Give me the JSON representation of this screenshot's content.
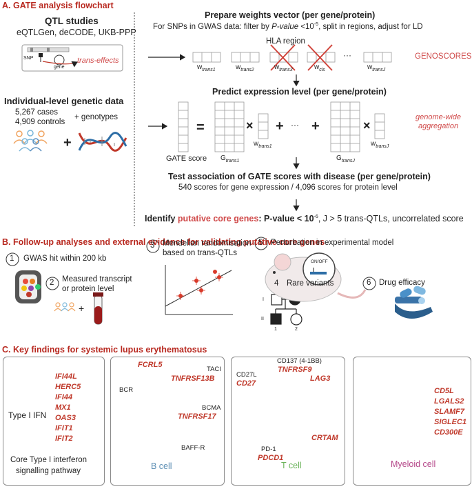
{
  "colors": {
    "section": "#b8281f",
    "accent": "#c0392b",
    "pink": "#d04a4a",
    "bcell": "#9fd4dc",
    "tcell": "#9bd68c",
    "myeloid": "#b5488a"
  },
  "sectionA": {
    "title": "A. GATE analysis flowchart",
    "qtl_title": "QTL studies",
    "qtl_sources": "eQTLGen, deCODE, UKB-PPP",
    "snp_label": "SNP",
    "gene_label": "gene",
    "trans_label": "trans-effects",
    "indiv_title": "Individual-level genetic data",
    "cases": "5,267 cases",
    "controls": "4,909 controls",
    "plus_genotypes": "+ genotypes",
    "plus": "+",
    "step1_title": "Prepare weights vector (per gene/protein)",
    "step1_desc_a": "For SNPs in GWAS data: filter by ",
    "step1_desc_b": "P-value",
    "step1_desc_c": " <10",
    "step1_desc_exp": "-5",
    "step1_desc_d": ", split in regions, adjust for LD",
    "hla_label": "HLA region",
    "w_labels": [
      {
        "base": "w",
        "sub": "trans1"
      },
      {
        "base": "w",
        "sub": "trans2"
      },
      {
        "base": "w",
        "sub": "trans3"
      },
      {
        "base": "w",
        "sub": "cis"
      },
      {
        "base": "w",
        "sub": "transJ"
      }
    ],
    "ellipsis": "···",
    "genoscores": "GENOSCORES",
    "step2_title": "Predict expression level (per gene/protein)",
    "eq_sign": "=",
    "times": "×",
    "gate_score_label": "GATE score",
    "g1": {
      "base": "G",
      "sub": "trans1"
    },
    "gJ": {
      "base": "G",
      "sub": "transJ"
    },
    "wt1": {
      "base": "w",
      "sub": "trans1"
    },
    "wtJ": {
      "base": "w",
      "sub": "transJ"
    },
    "genome_wide_1": "genome-wide",
    "genome_wide_2": "aggregation",
    "step3_title": "Test association of GATE scores with disease (per gene/protein)",
    "step3_desc": "540 scores for gene expression / 4,096 scores for protein level",
    "step4_a": "Identify ",
    "step4_b": "putative core genes",
    "step4_c": ": P-value < 10",
    "step4_exp": "-6",
    "step4_d": ", J > 5 trans-QTLs, uncorrelated score"
  },
  "sectionB": {
    "title": "B. Follow-up analyses and external evidence for validating putative core genes",
    "items": [
      {
        "num": "1",
        "label": "GWAS hit within 200 kb"
      },
      {
        "num": "2",
        "label": "Measured transcript",
        "label2": "or protein level"
      },
      {
        "num": "3",
        "label": "Mendelian randomisation",
        "label2": "based on trans-QTLs"
      },
      {
        "num": "4",
        "label": "Rare variants"
      },
      {
        "num": "5",
        "label": "Perturbation in experimental model"
      },
      {
        "num": "6",
        "label": "Drug efficacy"
      }
    ],
    "pedigree": {
      "gen1": "I",
      "gen2": "II",
      "n1": "1",
      "n2": "2"
    },
    "on_off": "ON/OFF"
  },
  "sectionC": {
    "title": "C. Key findings for systemic lupus erythematosus",
    "ifn_genes": [
      "IFI44L",
      "HERC5",
      "IFI44",
      "MX1",
      "OAS3",
      "IFIT1",
      "IFIT2"
    ],
    "type1_ifn": "Type I IFN",
    "core_pathway_1": "Core Type I interferon",
    "core_pathway_2": "signalling pathway",
    "bcell": {
      "label": "B cell",
      "bcr": "BCR",
      "fcrl5": "FCRL5",
      "taci": "TACI",
      "tnfrsf13b": "TNFRSF13B",
      "bcma": "BCMA",
      "tnfrsf17": "TNFRSF17",
      "baffr": "BAFF-R"
    },
    "tcell": {
      "label": "T cell",
      "cd137": "CD137 (4-1BB)",
      "tnfrsf9": "TNFRSF9",
      "cd27l": "CD27L",
      "cd27": "CD27",
      "lag3": "LAG3",
      "crtam": "CRTAM",
      "pd1": "PD-1",
      "pdcd1": "PDCD1"
    },
    "myeloid": {
      "label": "Myeloid cell",
      "genes": [
        "CD5L",
        "LGALS2",
        "SLAMF7",
        "SIGLEC1",
        "CD300E"
      ]
    }
  }
}
